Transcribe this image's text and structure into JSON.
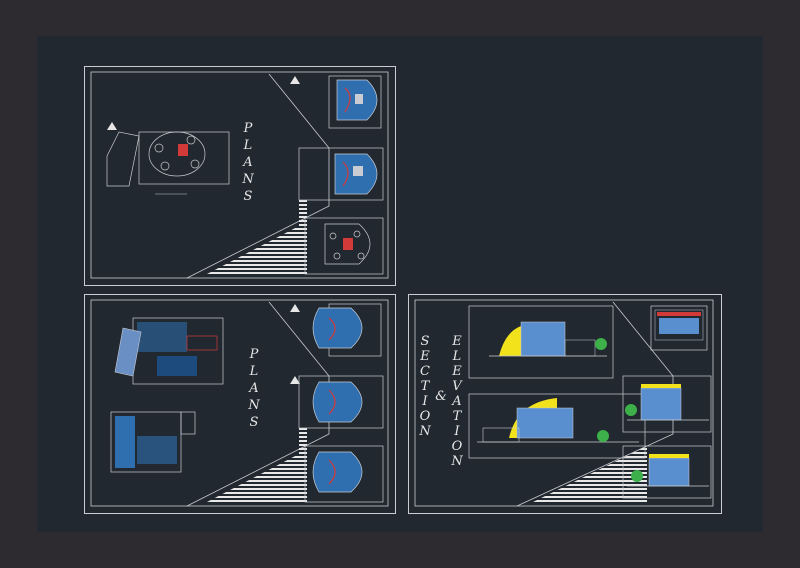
{
  "colors": {
    "background": "#2d2a30",
    "modelspace": "#212830",
    "linework": "#c9ccd2",
    "plan_fill": "#2f6fb0",
    "accent_red": "#d23a3a",
    "accent_yellow": "#f2e21c",
    "tree_green": "#3db04a"
  },
  "labels": {
    "plans_sheet_a": [
      "P",
      "L",
      "A",
      "N",
      "S"
    ],
    "plans_sheet_b": [
      "P",
      "L",
      "A",
      "N",
      "S"
    ],
    "section": [
      "S",
      "E",
      "C",
      "T",
      "I",
      "O",
      "N"
    ],
    "ampersand": "&",
    "elevation": [
      "E",
      "L",
      "E",
      "V",
      "A",
      "T",
      "I",
      "O",
      "N"
    ]
  }
}
